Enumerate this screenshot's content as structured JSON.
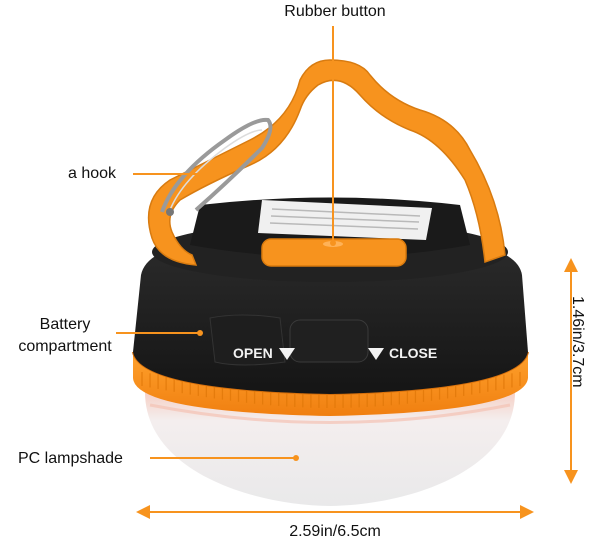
{
  "labels": {
    "rubber_button": "Rubber button",
    "hook": "a hook",
    "battery_line1": "Battery",
    "battery_line2": "compartment",
    "lampshade": "PC lampshade",
    "width_dim": "2.59in/6.5cm",
    "height_dim": "1.46in/3.7cm"
  },
  "lamp_markings": {
    "open": "OPEN",
    "close": "CLOSE"
  },
  "colors": {
    "accent_orange": "#f7931e",
    "body_black": "#1c1c1c",
    "lampshade_white": "#f4f3f3",
    "label_text": "#111111"
  }
}
